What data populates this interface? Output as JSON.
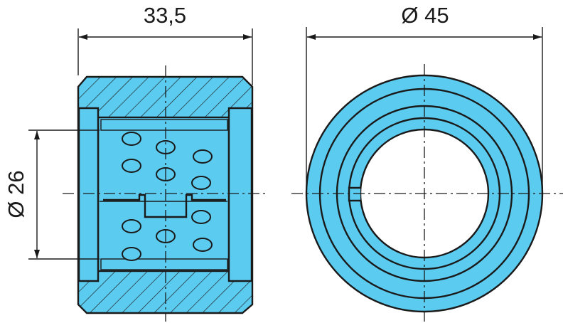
{
  "colors": {
    "part_fill": "#5ccbf0",
    "line": "#1a1a1a",
    "background": "#ffffff"
  },
  "dimensions": {
    "length": "33,5",
    "outer_diameter": "Ø 45",
    "inner_diameter": "Ø 26"
  }
}
